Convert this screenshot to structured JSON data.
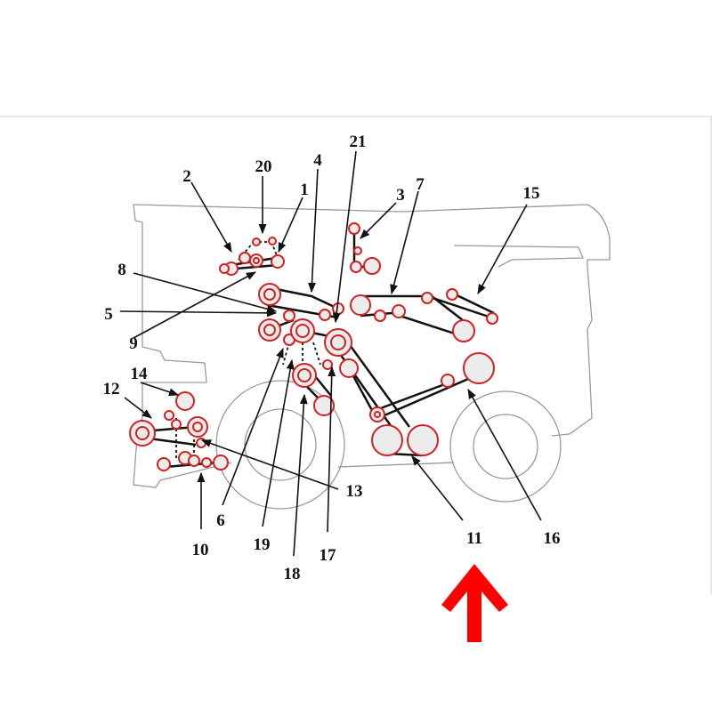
{
  "labels": {
    "l1": "1",
    "l2": "2",
    "l3": "3",
    "l4": "4",
    "l5": "5",
    "l6": "6",
    "l7": "7",
    "l8": "8",
    "l9": "9",
    "l10": "10",
    "l11": "11",
    "l12": "12",
    "l13": "13",
    "l14": "14",
    "l15": "15",
    "l16": "16",
    "l17": "17",
    "l18": "18",
    "l19": "19",
    "l20": "20",
    "l21": "21"
  },
  "colors": {
    "pulley": "#d42020",
    "belt": "#111111",
    "outline": "#9a9a9a",
    "arrow_red": "#ff0000",
    "pulley_fill": "#ececec"
  },
  "icons": {
    "direction": "up-arrow-icon"
  }
}
